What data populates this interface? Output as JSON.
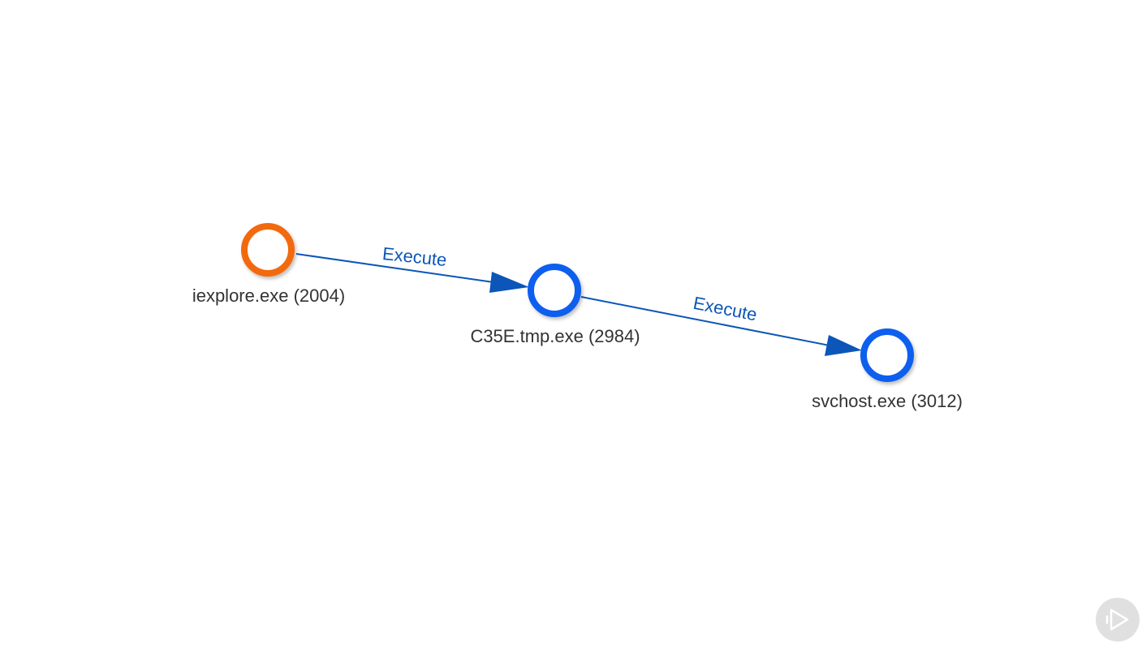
{
  "graph": {
    "nodes": [
      {
        "id": "n1",
        "label": "iexplore.exe (2004)",
        "color": "#f26b0f"
      },
      {
        "id": "n2",
        "label": "C35E.tmp.exe (2984)",
        "color": "#0a5fee"
      },
      {
        "id": "n3",
        "label": "svchost.exe (3012)",
        "color": "#0a5fee"
      }
    ],
    "edges": [
      {
        "from": "n1",
        "to": "n2",
        "label": "Execute"
      },
      {
        "from": "n2",
        "to": "n3",
        "label": "Execute"
      }
    ],
    "edge_color": "#0b56b8"
  },
  "player": {
    "icon": "play-icon"
  }
}
